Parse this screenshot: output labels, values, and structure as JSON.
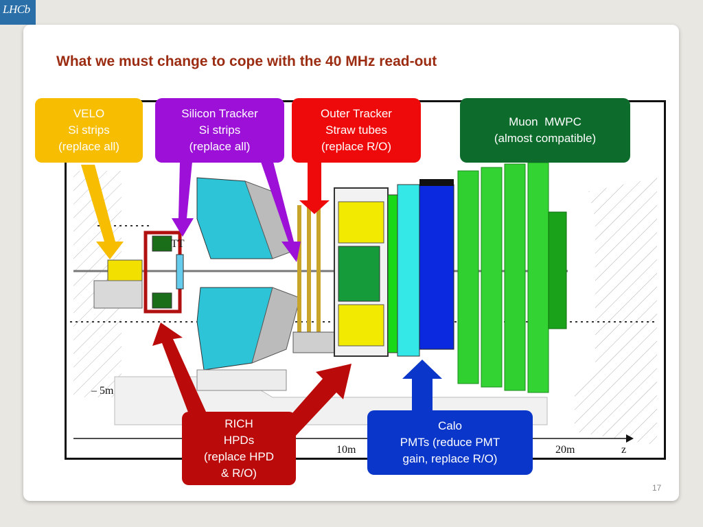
{
  "header": {
    "logo_text": "LHCb",
    "title": "What we must change to cope with the 40 MHz read-out"
  },
  "callouts": {
    "velo": {
      "lines": [
        "VELO",
        "Si strips",
        "(replace all)"
      ],
      "color": "#f7bd00"
    },
    "silicon_tracker": {
      "lines": [
        "Silicon Tracker",
        "Si strips",
        "(replace all)"
      ],
      "color": "#9c10d8"
    },
    "outer_tracker": {
      "lines": [
        "Outer Tracker",
        "Straw tubes",
        "(replace R/O)"
      ],
      "color": "#ee0a0a"
    },
    "muon": {
      "lines": [
        "Muon  MWPC",
        "(almost compatible)"
      ],
      "color": "#0d6b2c"
    },
    "rich": {
      "lines": [
        "RICH",
        "HPDs",
        "(replace HPD",
        "& R/O)"
      ],
      "color": "#bb0a0a"
    },
    "calo": {
      "lines": [
        "Calo",
        "PMTs (reduce PMT",
        "gain, replace R/O)"
      ],
      "color": "#0a36c9"
    }
  },
  "diagram_labels": {
    "tt": "TT",
    "minus_5m": "– 5m",
    "ten_m": "10m",
    "twenty_m": "20m",
    "z_axis": "z"
  },
  "footer": {
    "page_number": "17"
  }
}
